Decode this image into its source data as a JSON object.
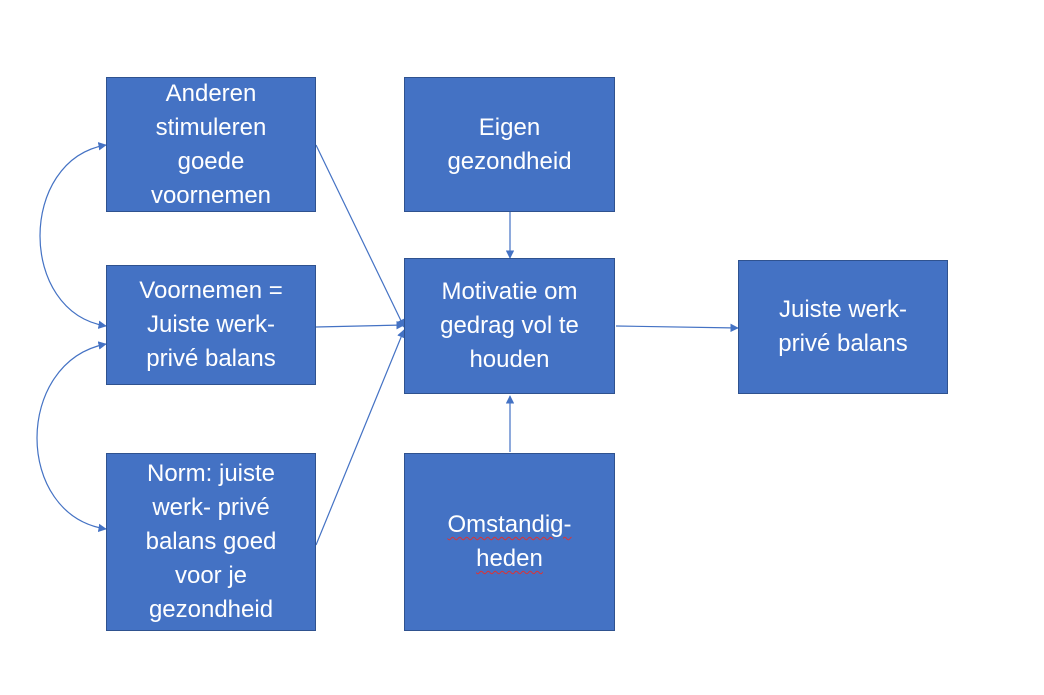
{
  "diagram": {
    "boxes": {
      "anderen": "Anderen\nstimuleren\ngoede\nvoornemen",
      "voornemen": "Voornemen =\nJuiste werk-\nprivé balans",
      "norm": "Norm: juiste\nwerk- privé\nbalans goed\nvoor je\ngezondheid",
      "eigen": "Eigen\ngezondheid",
      "motivatie": "Motivatie om\ngedrag vol te\nhouden",
      "omstandig": "Omstandig-\nheden",
      "juiste": "Juiste werk-\nprivé balans"
    },
    "colors": {
      "box_fill": "#4472c4",
      "box_border": "#2f528f",
      "text": "#ffffff",
      "arrow": "#4472c4",
      "spellcheck_underline": "#e03131"
    }
  }
}
